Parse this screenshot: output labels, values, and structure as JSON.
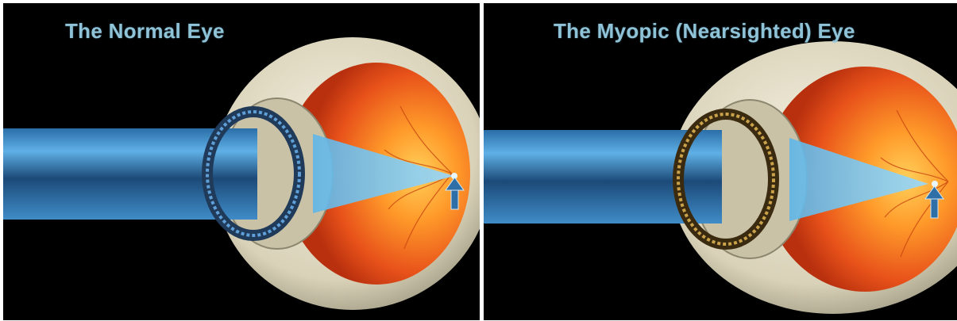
{
  "panels": [
    {
      "title": "The Normal Eye",
      "focus": "on retina",
      "lens_ring_color": "#5fa0d8"
    },
    {
      "title": "The Myopic (Nearsighted) Eye",
      "focus": "in front of retina",
      "lens_ring_color": "#c9a24a"
    }
  ],
  "icons": {
    "focus_marker": "up-arrow-icon",
    "light_beam": "light-ray"
  },
  "colors": {
    "background": "#000000",
    "title_text": "#8fc3d8",
    "light_beam": "#4a9ed4",
    "retina": "#e65c1a",
    "sclera": "#d9d2b8",
    "arrow": "#2f6fa8"
  }
}
